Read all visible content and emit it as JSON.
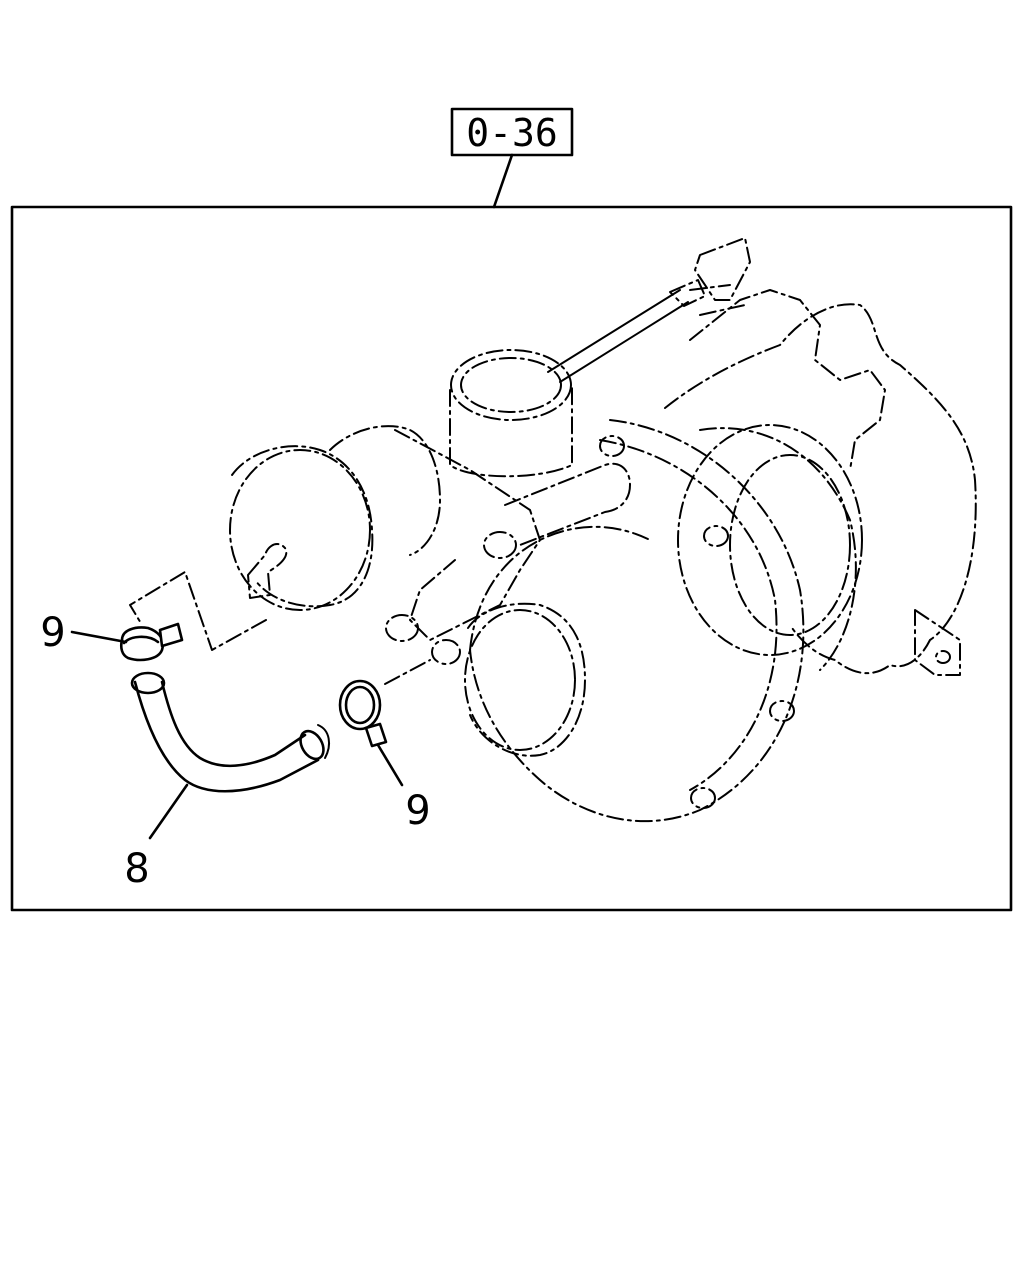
{
  "reference": {
    "text": "0-36"
  },
  "callouts": [
    {
      "id": "clamp-upper",
      "number": "9"
    },
    {
      "id": "hose",
      "number": "8"
    },
    {
      "id": "clamp-lower",
      "number": "9"
    }
  ]
}
